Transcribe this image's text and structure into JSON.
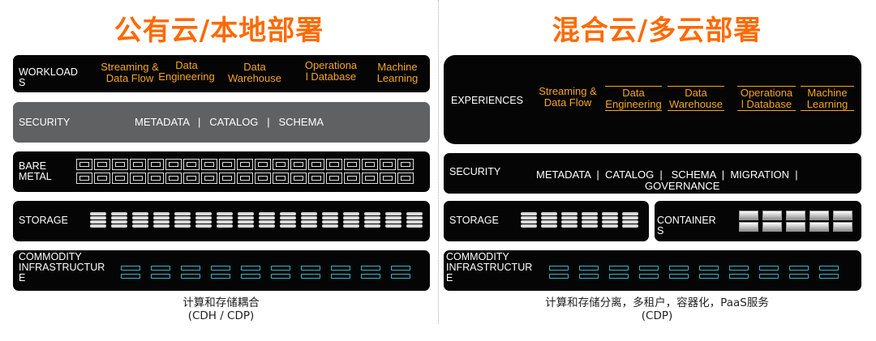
{
  "left": {
    "title": "公有云/本地部署",
    "workloads_label": "WORKLOAD\nS",
    "workloads": [
      "Streaming &\nData Flow",
      "Data\nEngineering",
      "Data\nWarehouse",
      "Operationa\nl Database",
      "Machine\nLearning"
    ],
    "security_label": "SECURITY",
    "metadata_text": "METADATA   |   CATALOG   |   SCHEMA",
    "bare_metal_label": "BARE\nMETAL",
    "storage_label": "STORAGE",
    "infra_label": "COMMODITY\nINFRASTRUCTUR\nE",
    "caption": "计算和存储耦合\n(CDH / CDP)"
  },
  "right": {
    "title": "混合云/多云部署",
    "experiences_label": "EXPERIENCES",
    "workloads": [
      "Streaming &\nData Flow",
      "Data\nEngineering",
      "Data\nWarehouse",
      "Operationa\nl Database",
      "Machine\nLearning"
    ],
    "security_label": "SECURITY",
    "metadata_text": "METADATA  |  CATALOG  |   SCHEMA  |  MIGRATION  |",
    "governance_text": "GOVERNANCE",
    "storage_label": "STORAGE",
    "container_label": "CONTAINER\nS",
    "infra_label": "COMMODITY\nINFRASTRUCTUR\nE",
    "caption": "计算和存储分离，多租户，容器化，PaaS服务\n(CDP)"
  },
  "colors": {
    "accent": "#ff6a00",
    "workload_text": "#f5a623",
    "box_black": "#050505",
    "box_grey": "#5f6163",
    "server_line": "#3fb6c7"
  }
}
